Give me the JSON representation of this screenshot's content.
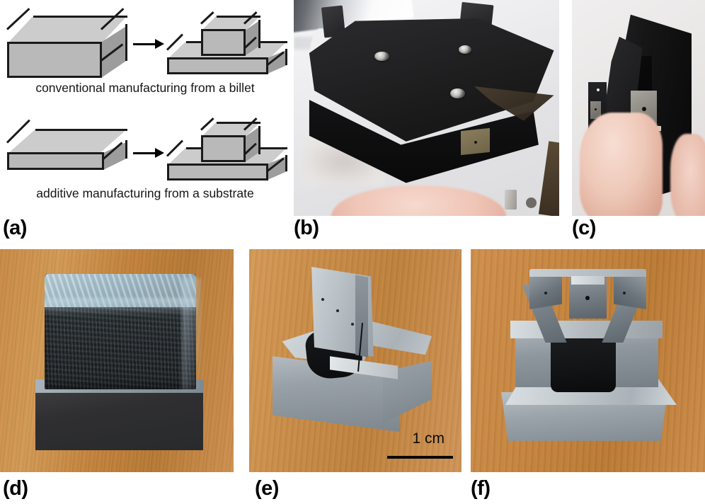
{
  "figure": {
    "panels": [
      {
        "id": "a",
        "label": "(a)",
        "type": "schematic",
        "captions": [
          "conventional manufacturing from a billet",
          "additive manufacturing from a substrate"
        ],
        "rows": [
          {
            "name": "conventional",
            "start_shape": "thick-billet-block",
            "arrow": "right-arrow",
            "end_shape": "stepped-part-on-plate",
            "caption": "conventional manufacturing from a billet"
          },
          {
            "name": "additive",
            "start_shape": "thin-substrate-plate",
            "arrow": "right-arrow",
            "end_shape": "stepped-part-on-plate",
            "caption": "additive manufacturing from a substrate"
          }
        ]
      },
      {
        "id": "b",
        "label": "(b)",
        "type": "photograph",
        "description": "black anodized fixture held in a hand, angled top view"
      },
      {
        "id": "c",
        "label": "(c)",
        "type": "photograph",
        "description": "black anodized fixture held in a hand, side view"
      },
      {
        "id": "d",
        "label": "(d)",
        "type": "photograph",
        "description": "as-deposited rough metal block on dark substrate, wooden table"
      },
      {
        "id": "e",
        "label": "(e)",
        "type": "photograph",
        "description": "machined aluminium part with vertical plate on wooden table",
        "scale_bar": {
          "text": "1 cm",
          "has_rule": true
        }
      },
      {
        "id": "f",
        "label": "(f)",
        "type": "photograph",
        "description": "machined aluminium bracket front view on wooden table"
      }
    ],
    "colors": {
      "box_top": "#cccccc",
      "box_front": "#b9b9b9",
      "box_side": "#9d9d9d",
      "outline": "#1a1a1a",
      "label_color": "#000000",
      "background": "#ffffff",
      "wood": "#c98b45",
      "metal": "#b6bec3",
      "black_part": "#16161a"
    }
  }
}
